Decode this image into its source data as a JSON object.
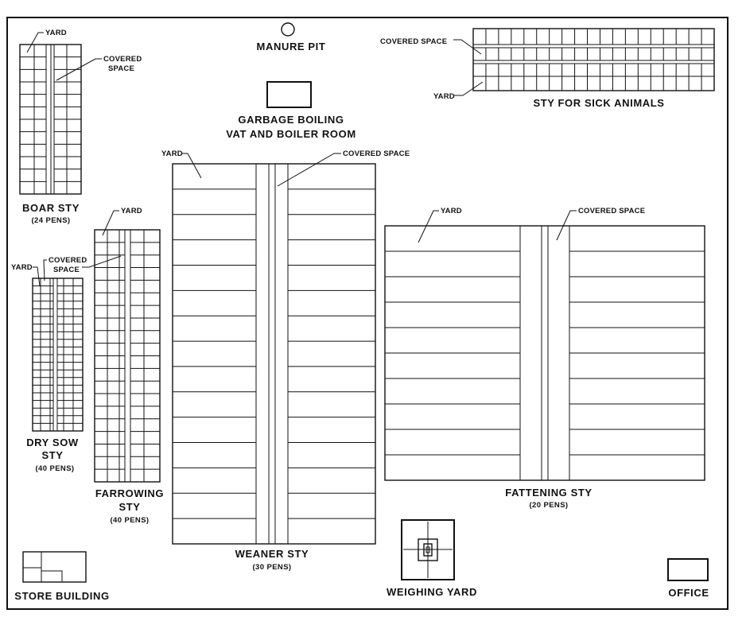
{
  "manure_pit": "MANURE PIT",
  "garbage": {
    "line1": "GARBAGE BOILING",
    "line2": "VAT AND BOILER ROOM"
  },
  "sick": {
    "title": "STY FOR SICK ANIMALS",
    "covered": "COVERED SPACE",
    "yard": "YARD"
  },
  "boar": {
    "title": "BOAR STY",
    "pens": "(24 PENS)",
    "yard": "YARD",
    "covered1": "COVERED",
    "covered2": "SPACE"
  },
  "weaner": {
    "title": "WEANER STY",
    "pens": "(30 PENS)",
    "yard": "YARD",
    "covered": "COVERED SPACE"
  },
  "fattening": {
    "title": "FATTENING STY",
    "pens": "(20 PENS)",
    "yard": "YARD",
    "covered": "COVERED SPACE"
  },
  "farrowing": {
    "title1": "FARROWING",
    "title2": "STY",
    "pens": "(40 PENS)",
    "yard": "YARD"
  },
  "drysow": {
    "title1": "DRY SOW",
    "title2": "STY",
    "pens": "(40 PENS)",
    "yard": "YARD",
    "covered1": "COVERED",
    "covered2": "SPACE"
  },
  "store": "STORE BUILDING",
  "weighing": "WEIGHING YARD",
  "office": "OFFICE"
}
